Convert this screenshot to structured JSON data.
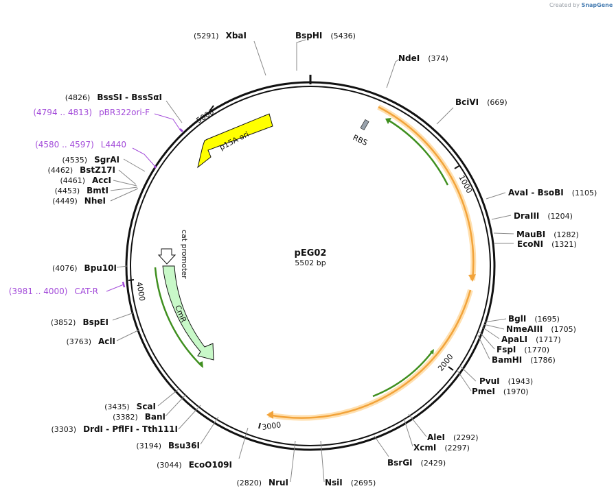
{
  "credit": {
    "prefix": "Created by",
    "brand": "SnapGene"
  },
  "plasmid": {
    "name": "pEG02",
    "size_label": "5502 bp"
  },
  "ticks": [
    {
      "label": "1000"
    },
    {
      "label": "2000"
    },
    {
      "label": "3000"
    },
    {
      "label": "4000"
    },
    {
      "label": "5000"
    }
  ],
  "features": [
    {
      "label": "p15A ori",
      "color": "#ffff00"
    },
    {
      "label": "CmR",
      "color": "#c8f8c8"
    },
    {
      "label": "cat promoter",
      "color": "#ffffff"
    },
    {
      "label": "RBS",
      "color": "#9aa3ad"
    }
  ],
  "sites": [
    {
      "name": "BspHI",
      "pos": "(5436)"
    },
    {
      "name": "NdeI",
      "pos": "(374)"
    },
    {
      "name": "BciVI",
      "pos": "(669)"
    },
    {
      "name": "AvaI - BsoBI",
      "pos": "(1105)"
    },
    {
      "name": "DraIII",
      "pos": "(1204)"
    },
    {
      "name": "MauBI",
      "pos": "(1282)"
    },
    {
      "name": "EcoNI",
      "pos": "(1321)"
    },
    {
      "name": "BglI",
      "pos": "(1695)"
    },
    {
      "name": "NmeAIII",
      "pos": "(1705)"
    },
    {
      "name": "ApaLI",
      "pos": "(1717)"
    },
    {
      "name": "FspI",
      "pos": "(1770)"
    },
    {
      "name": "BamHI",
      "pos": "(1786)"
    },
    {
      "name": "PvuI",
      "pos": "(1943)"
    },
    {
      "name": "PmeI",
      "pos": "(1970)"
    },
    {
      "name": "AleI",
      "pos": "(2292)"
    },
    {
      "name": "XcmI",
      "pos": "(2297)"
    },
    {
      "name": "BsrGI",
      "pos": "(2429)"
    },
    {
      "name": "NsiI",
      "pos": "(2695)"
    },
    {
      "name": "NruI",
      "pos": "(2820)"
    },
    {
      "name": "EcoO109I",
      "pos": "(3044)"
    },
    {
      "name": "Bsu36I",
      "pos": "(3194)"
    },
    {
      "name": "DrdI - PflFI - Tth111I",
      "pos": "(3303)"
    },
    {
      "name": "BanI",
      "pos": "(3382)"
    },
    {
      "name": "ScaI",
      "pos": "(3435)"
    },
    {
      "name": "AclI",
      "pos": "(3763)"
    },
    {
      "name": "BspEI",
      "pos": "(3852)"
    },
    {
      "name": "Bpu10I",
      "pos": "(4076)"
    },
    {
      "name": "NheI",
      "pos": "(4449)"
    },
    {
      "name": "BmtI",
      "pos": "(4453)"
    },
    {
      "name": "AccI",
      "pos": "(4461)"
    },
    {
      "name": "BstZ17I",
      "pos": "(4462)"
    },
    {
      "name": "SgrAI",
      "pos": "(4535)"
    },
    {
      "name": "BssSI - BssSαI",
      "pos": "(4826)"
    },
    {
      "name": "XbaI",
      "pos": "(5291)"
    }
  ],
  "primers": [
    {
      "range": "(4794 .. 4813)",
      "name": "pBR322ori-F"
    },
    {
      "range": "(4580 .. 4597)",
      "name": "L4440"
    },
    {
      "range": "(3981 .. 4000)",
      "name": "CAT-R"
    }
  ],
  "colors": {
    "backbone": "#111111",
    "orange_feature": "#f2a33a",
    "orange_halo": "#ffe0b0",
    "green_arrow": "#3f8f1f",
    "primer": "#a24ad9"
  }
}
